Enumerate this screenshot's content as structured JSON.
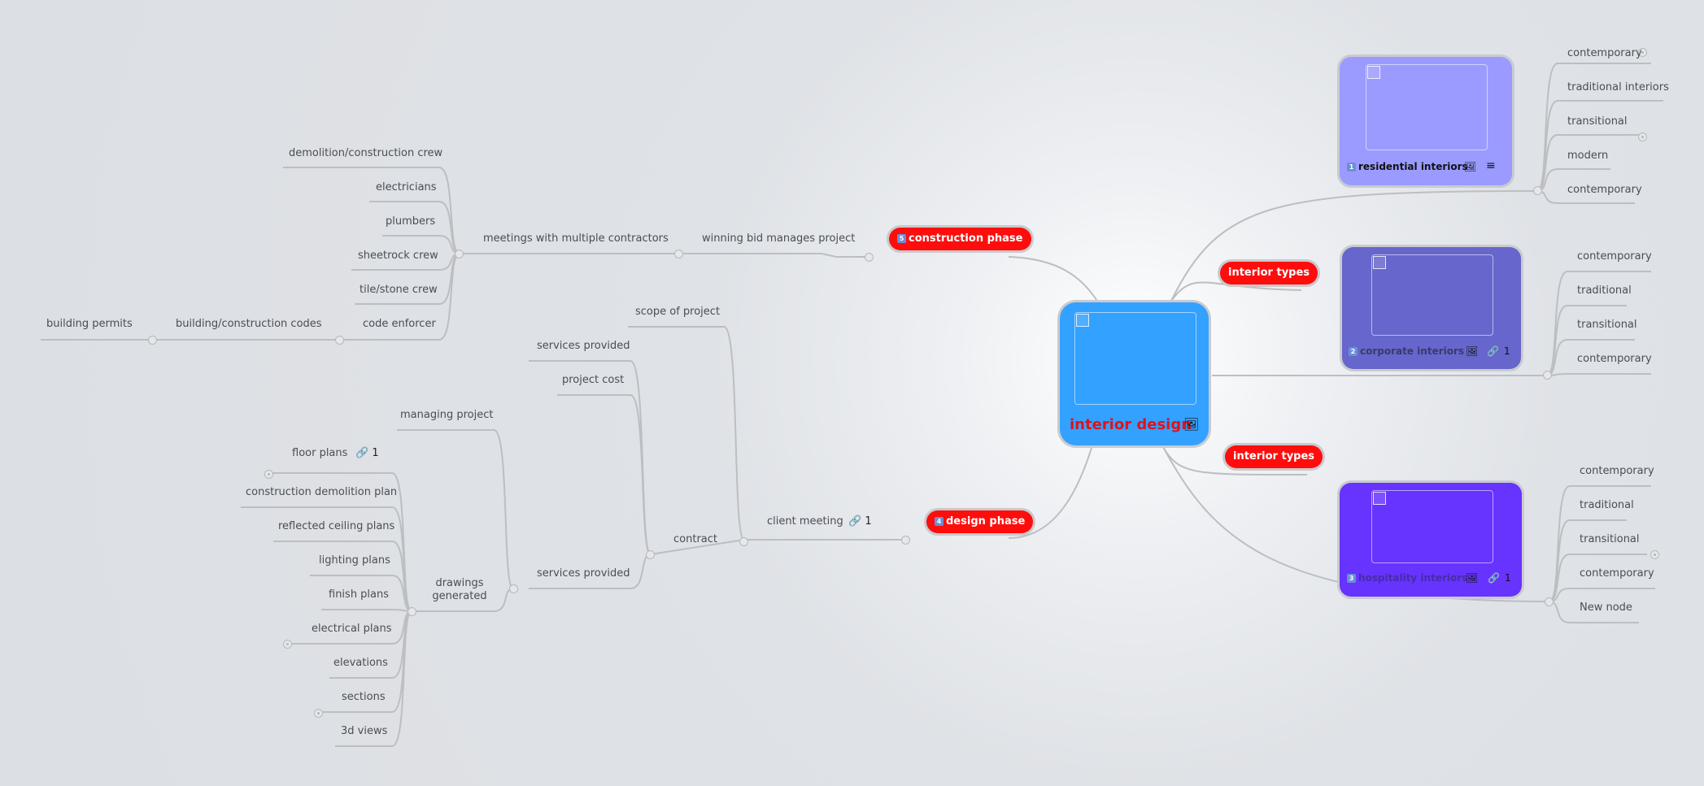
{
  "root": {
    "title": "interior design"
  },
  "branches": {
    "construction": {
      "num": "5",
      "label": "construction phase"
    },
    "design": {
      "num": "4",
      "label": "design phase"
    },
    "types_top": {
      "label": "interior types"
    },
    "types_bottom": {
      "label": "interior types"
    }
  },
  "cards": {
    "residential": {
      "num": "1",
      "title": "residential interiors",
      "color": "#9b9bff"
    },
    "corporate": {
      "num": "2",
      "title": "corporate interiors",
      "color": "#6666cc",
      "link_count": "1"
    },
    "hospitality": {
      "num": "3",
      "title": "hospitality interiors",
      "color": "#6633ff",
      "link_count": "1"
    }
  },
  "residential_children": [
    "contemporary",
    "traditional interiors",
    "transitional",
    "modern",
    "contemporary"
  ],
  "corporate_children": [
    "contemporary",
    "traditional",
    "transitional",
    "contemporary"
  ],
  "hospitality_children": [
    "contemporary",
    "traditional",
    "transitional",
    "contemporary",
    "New node"
  ],
  "construction_tree": {
    "winning_bid": "winning bid manages project",
    "meetings": "meetings with multiple contractors",
    "contractors": [
      "demolition/construction crew",
      "electricians",
      "plumbers",
      "sheetrock crew",
      "tile/stone crew",
      "code enforcer"
    ],
    "codes": "building/construction codes",
    "permits": "building permits"
  },
  "design_tree": {
    "client_meeting": "client meeting",
    "client_meeting_links": "1",
    "scope": "scope of project",
    "contract": "contract",
    "contract_children": [
      "services provided",
      "project cost",
      "services provided"
    ],
    "managing": "managing project",
    "drawings": "drawings generated",
    "drawings_children": [
      "floor plans",
      "construction demolition plan",
      "reflected ceiling plans",
      "lighting plans",
      "finish plans",
      "electrical plans",
      "elevations",
      "sections",
      "3d views"
    ],
    "floor_plans_links": "1"
  }
}
